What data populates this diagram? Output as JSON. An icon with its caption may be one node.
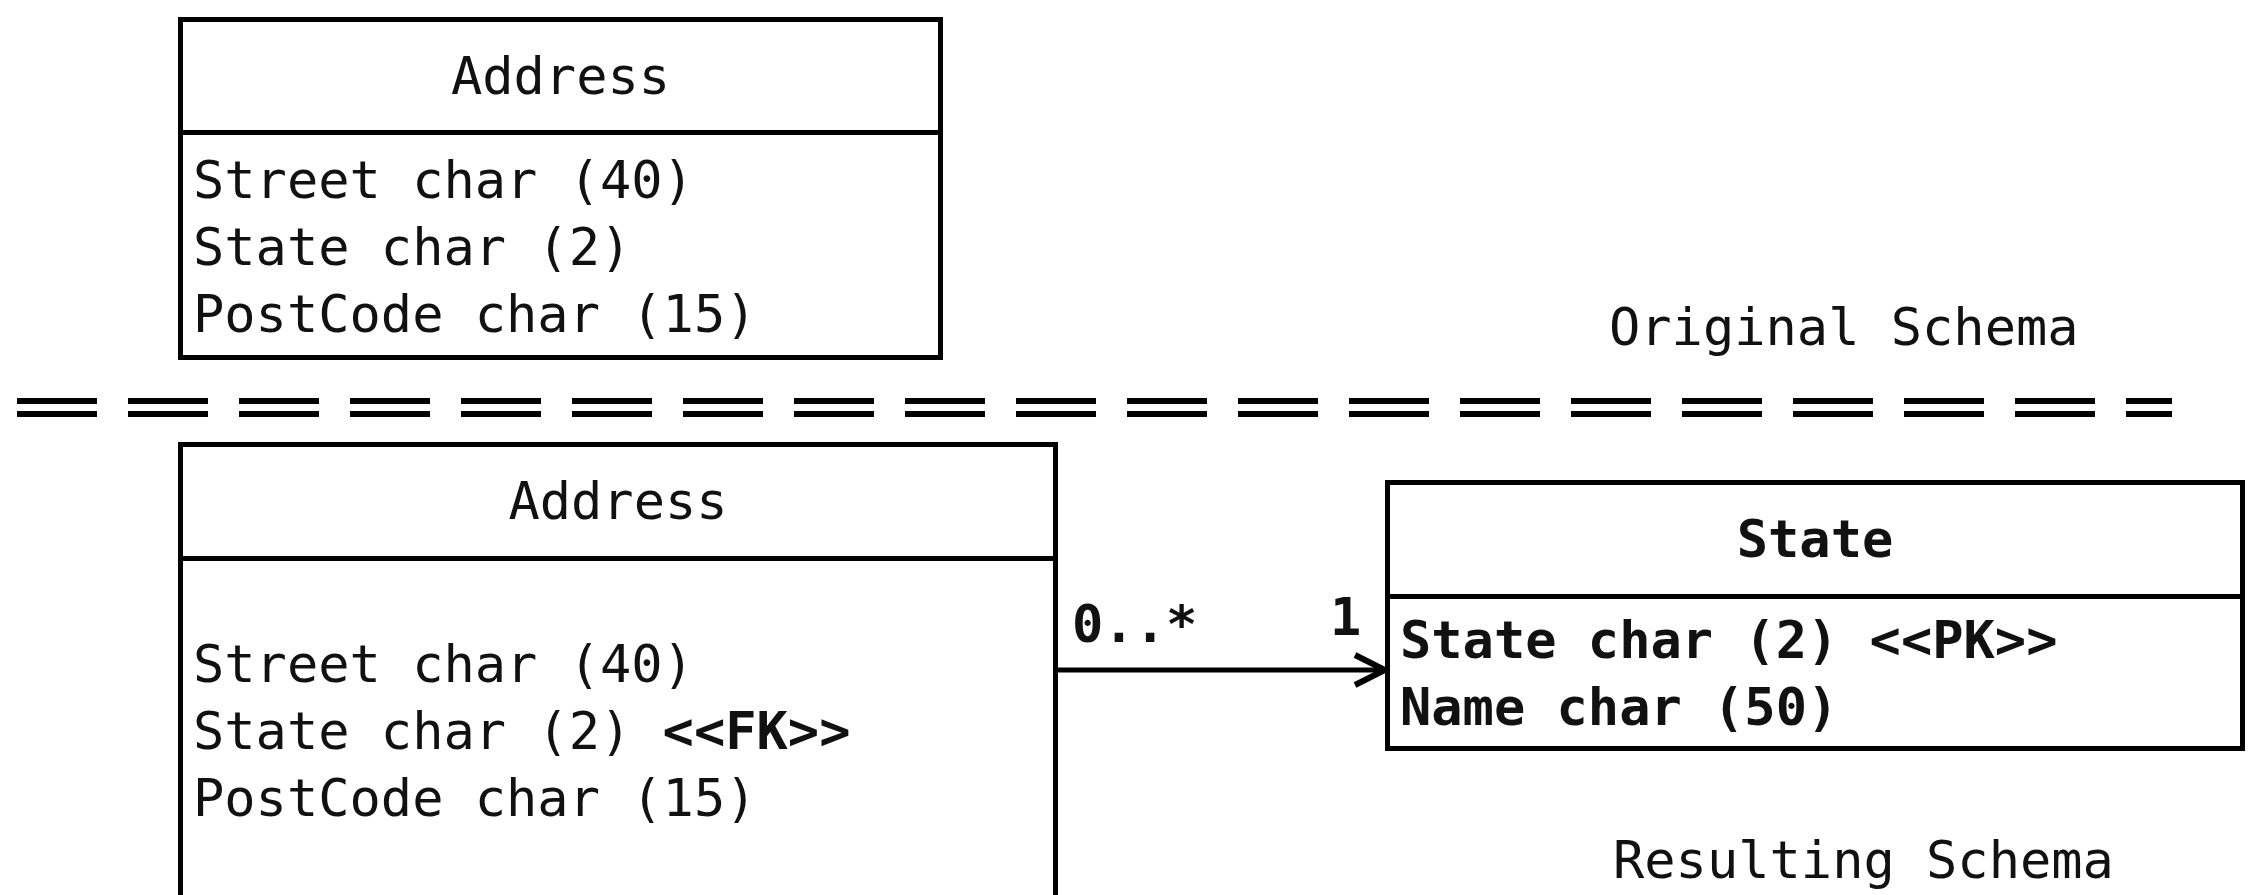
{
  "diagram": {
    "nodes": [
      {
        "text": [
          "Address",
          "Street char (40)",
          "State char (2)",
          "PostCode char (15)"
        ]
      },
      {
        "text": [
          "Address",
          "Street char (40)",
          "State char (2) **<<FK>>**",
          "PostCode char (15)"
        ]
      },
      {
        "text": [
          "State",
          "State char (2) <<PK>>",
          "Name char (50)"
        ]
      }
    ],
    "edges": [
      {
        "from": 1,
        "to": 2,
        "arrow": "to"
      }
    ],
    "labels": [
      "Original Schema",
      "0..*",
      "1",
      "Resulting Schema"
    ]
  }
}
